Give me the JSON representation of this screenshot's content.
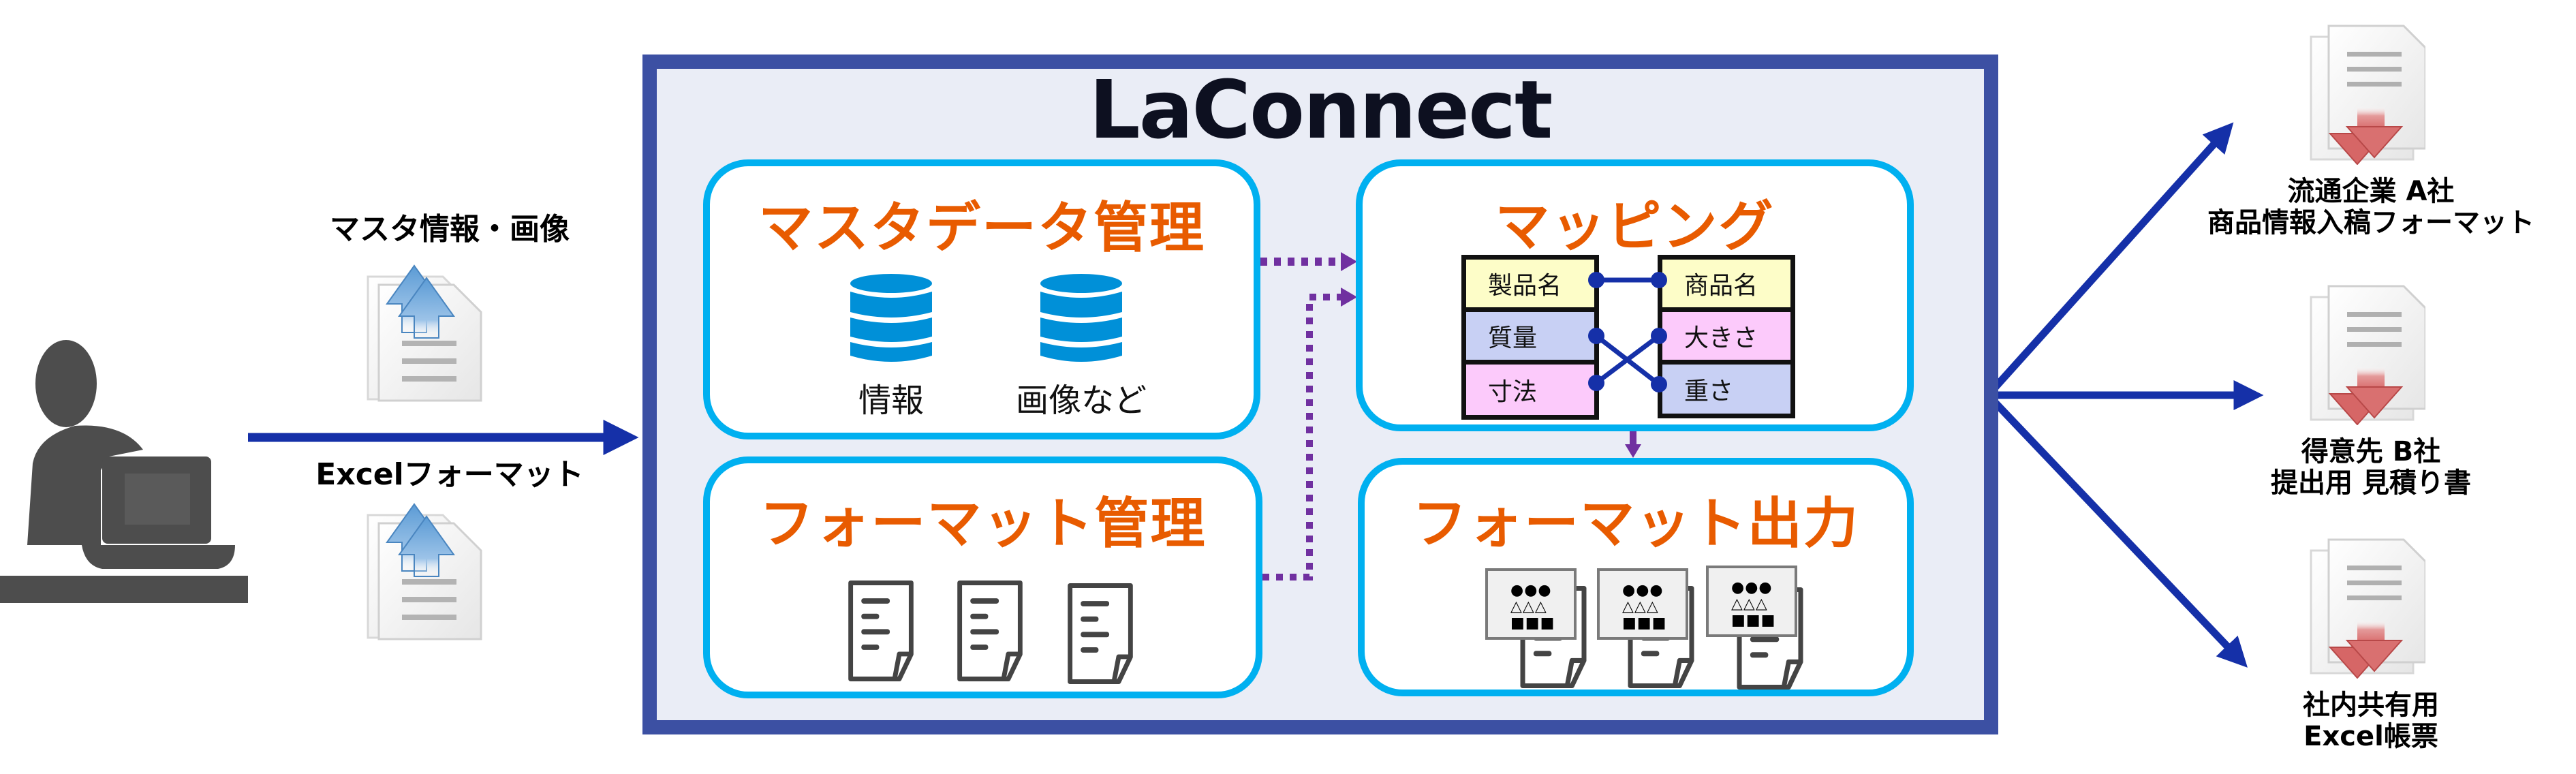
{
  "diagram": {
    "title": "LaConnect",
    "colors": {
      "frame": "#3c50a3",
      "frame_fill": "#eaedf6",
      "panel_border": "#00b0f0",
      "panel_title": "#e85b00",
      "flow_arrow": "#1530a8",
      "internal_arrow": "#7030a0",
      "database": "#0090d8",
      "person": "#4d4d4d",
      "upload_arrow": "#5b9bd5",
      "download_arrow": "#d45a5a"
    },
    "user": {
      "icon": "person-at-laptop-icon"
    },
    "inputs": [
      {
        "label": "マスタ情報・画像",
        "icon": "upload-document-icon"
      },
      {
        "label": "Excelフォーマット",
        "icon": "upload-document-icon"
      }
    ],
    "panels": {
      "master_data": {
        "title": "マスタデータ管理",
        "items": [
          {
            "label": "情報",
            "icon": "database-icon"
          },
          {
            "label": "画像など",
            "icon": "database-icon"
          }
        ]
      },
      "mapping": {
        "title": "マッピング",
        "left_fields": [
          "製品名",
          "質量",
          "寸法"
        ],
        "right_fields": [
          "商品名",
          "大きさ",
          "重さ"
        ],
        "links": [
          {
            "from": "製品名",
            "to": "商品名"
          },
          {
            "from": "質量",
            "to": "重さ"
          },
          {
            "from": "寸法",
            "to": "大きさ"
          }
        ]
      },
      "format_management": {
        "title": "フォーマット管理",
        "document_count": 3
      },
      "format_output": {
        "title": "フォーマット出力",
        "card_rows": [
          "●●●",
          "△△△",
          "■■■"
        ],
        "document_count": 3
      }
    },
    "outputs": [
      {
        "line1": "流通企業 A社",
        "line2": "商品情報入稿フォーマット",
        "icon": "download-document-icon"
      },
      {
        "line1": "得意先 B社",
        "line2": "提出用 見積り書",
        "icon": "download-document-icon"
      },
      {
        "line1": "社内共有用",
        "line2": "Excel帳票",
        "icon": "download-document-icon"
      }
    ]
  }
}
